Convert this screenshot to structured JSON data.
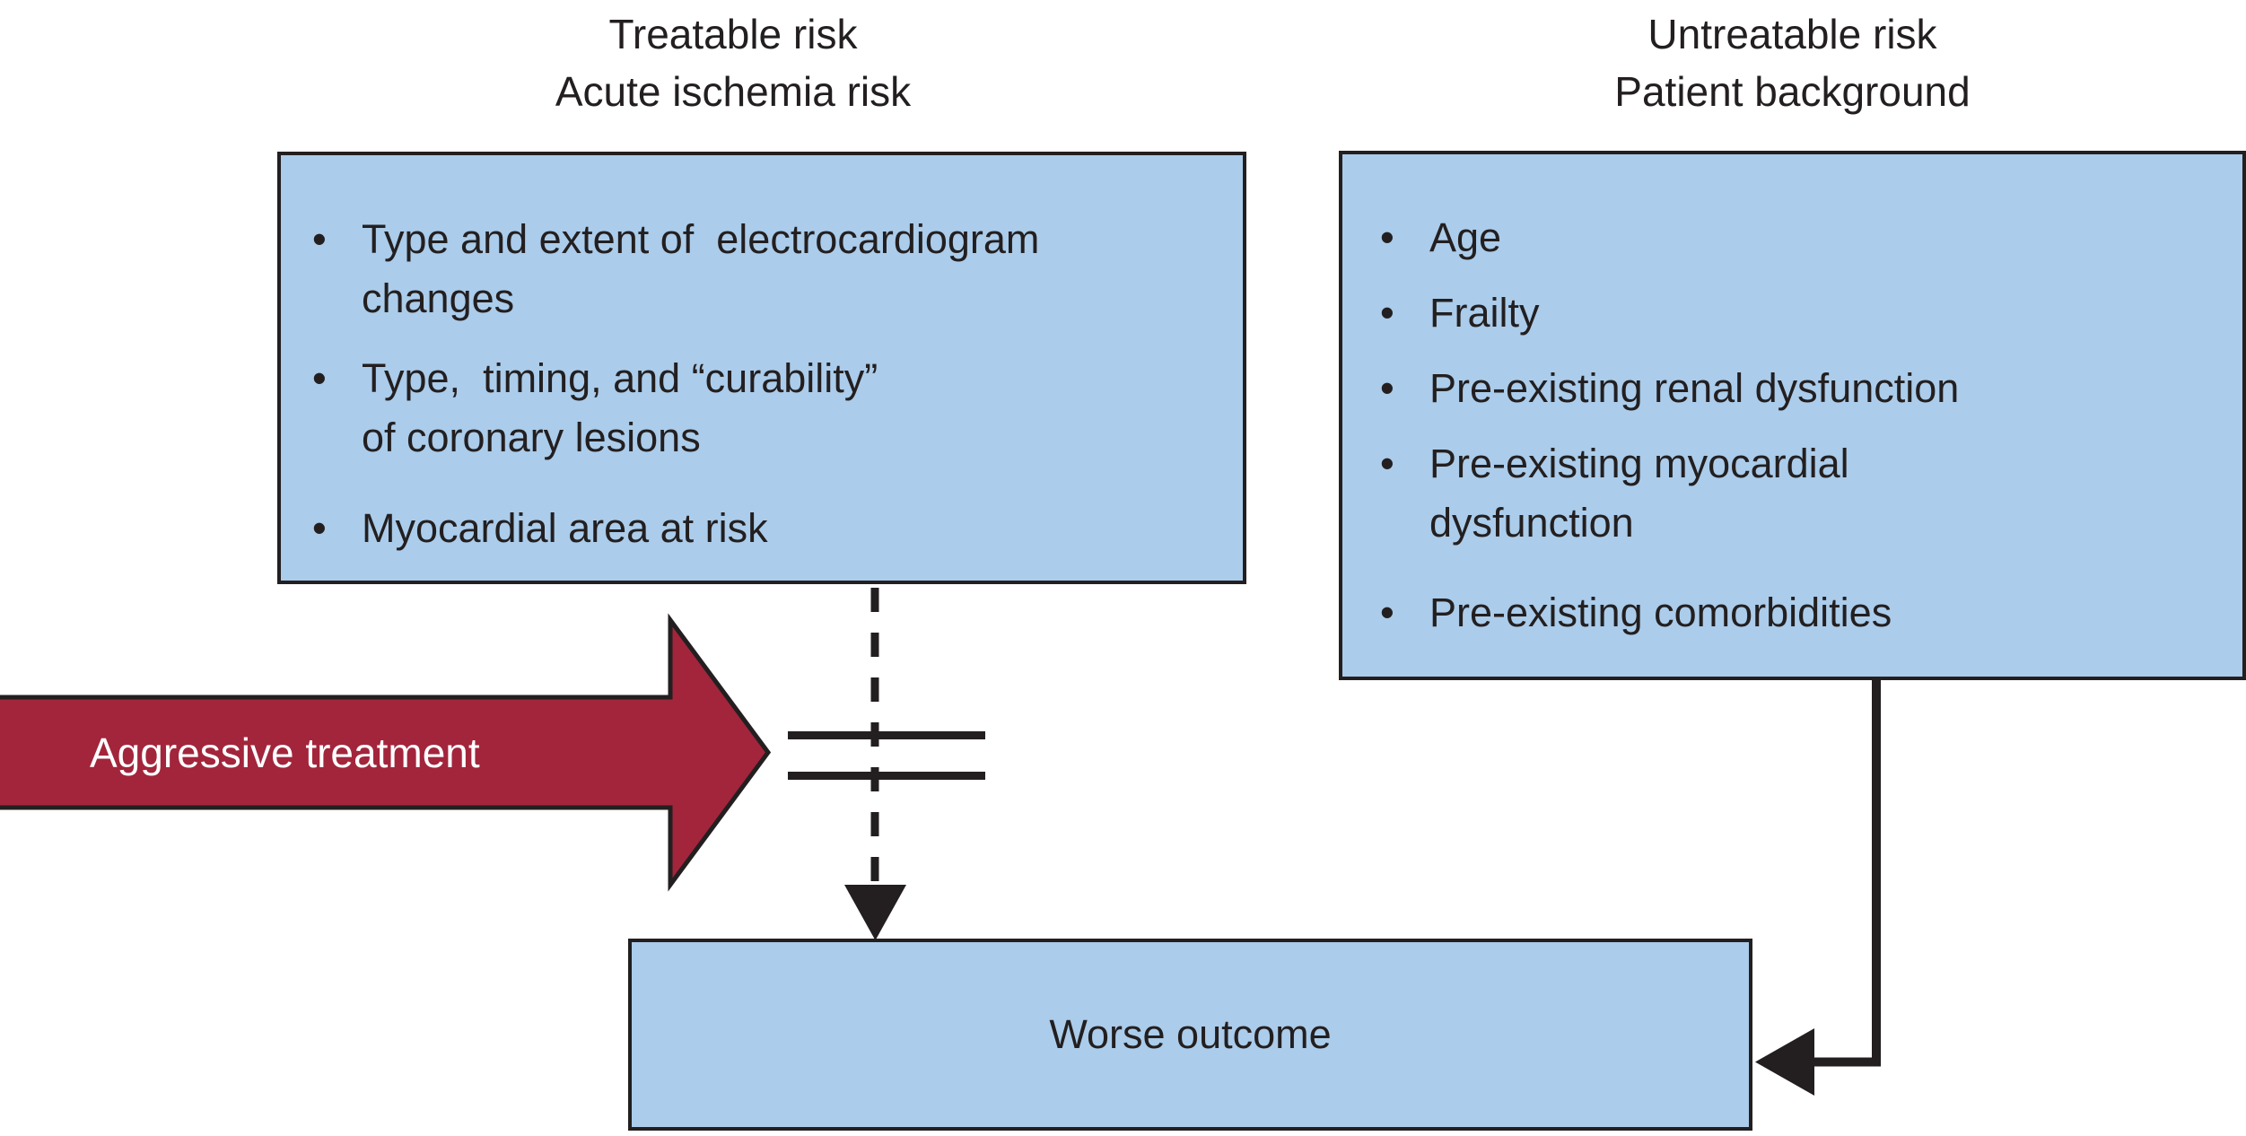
{
  "diagram": {
    "left_column": {
      "title_line1": "Treatable risk",
      "title_line2": "Acute ischemia risk",
      "box_items": [
        {
          "lines": [
            "Type and extent of  electrocardiogram",
            "changes"
          ]
        },
        {
          "lines": [
            "Type,  timing, and “curability”",
            "of coronary lesions"
          ]
        },
        {
          "lines": [
            "Myocardial area at risk"
          ]
        }
      ]
    },
    "right_column": {
      "title_line1": "Untreatable risk",
      "title_line2": "Patient background",
      "box_items": [
        {
          "lines": [
            "Age"
          ]
        },
        {
          "lines": [
            "Frailty"
          ]
        },
        {
          "lines": [
            "Pre-existing renal dysfunction"
          ]
        },
        {
          "lines": [
            "Pre-existing myocardial",
            "dysfunction"
          ]
        },
        {
          "lines": [
            "Pre-existing comorbidities"
          ]
        }
      ]
    },
    "treatment_arrow_label": "Aggressive treatment",
    "outcome_label": "Worse outcome",
    "glyphs": {
      "bullet": "•"
    },
    "colors": {
      "box_fill": "#abccea",
      "ink": "#231f20",
      "arrow_fill": "#a2253c",
      "arrow_text": "#ffffff",
      "background": "#ffffff"
    }
  }
}
